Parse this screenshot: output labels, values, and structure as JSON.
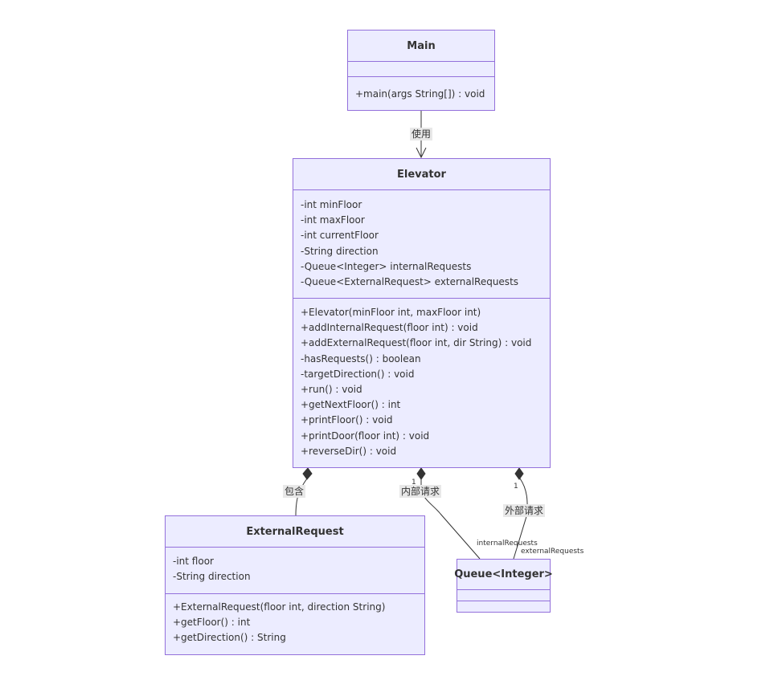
{
  "classes": {
    "main": {
      "name": "Main",
      "attributes": [],
      "methods": [
        "+main(args String[]) : void"
      ]
    },
    "elevator": {
      "name": "Elevator",
      "attributes": [
        "-int minFloor",
        "-int maxFloor",
        "-int currentFloor",
        "-String direction",
        "-Queue<Integer> internalRequests",
        "-Queue<ExternalRequest> externalRequests"
      ],
      "methods": [
        "+Elevator(minFloor int, maxFloor int)",
        "+addInternalRequest(floor int) : void",
        "+addExternalRequest(floor int, dir String) : void",
        "-hasRequests() : boolean",
        "-targetDirection() : void",
        "+run() : void",
        "+getNextFloor() : int",
        "+printFloor() : void",
        "+printDoor(floor int) : void",
        "+reverseDir() : void"
      ]
    },
    "external_request": {
      "name": "ExternalRequest",
      "attributes": [
        "-int floor",
        "-String direction"
      ],
      "methods": [
        "+ExternalRequest(floor int, direction String)",
        "+getFloor() : int",
        "+getDirection() : String"
      ]
    },
    "queue_integer": {
      "name": "Queue<Integer>",
      "attributes": [],
      "methods": []
    }
  },
  "relations": {
    "main_uses_elevator": {
      "label": "使用"
    },
    "elevator_contains_external": {
      "label": "包含"
    },
    "elevator_internal_queue": {
      "label": "内部请求",
      "multiplicity": "1",
      "role": "internalRequests"
    },
    "elevator_external_queue": {
      "label": "外部请求",
      "multiplicity": "1",
      "role": "externalRequests"
    }
  },
  "colors": {
    "class_fill": "#ECECFF",
    "class_border": "#9370DB",
    "edge": "#333333",
    "label_bg": "#e8e8e8"
  }
}
